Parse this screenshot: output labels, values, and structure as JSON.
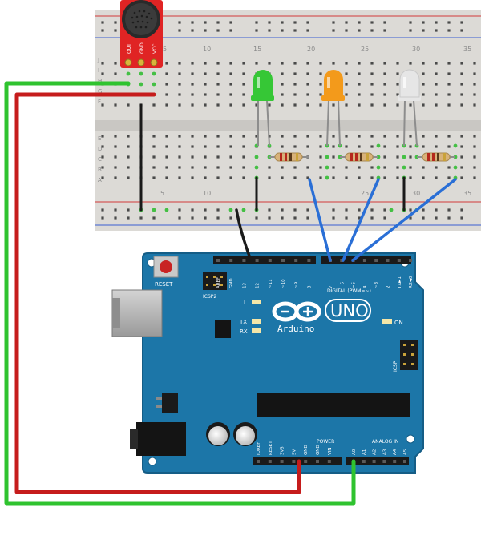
{
  "breadboard": {
    "column_numbers": [
      "5",
      "10",
      "15",
      "20",
      "25",
      "30",
      "35"
    ],
    "row_letters": [
      "J",
      "I",
      "H",
      "G",
      "F",
      "E",
      "D",
      "C",
      "B",
      "A"
    ]
  },
  "microphone": {
    "pin_labels": [
      "OUT",
      "GND",
      "VCC"
    ]
  },
  "leds": [
    {
      "color_name": "green",
      "color": "#36c736"
    },
    {
      "color_name": "orange",
      "color": "#f39a1b"
    },
    {
      "color_name": "white",
      "color": "#e6e6e6"
    }
  ],
  "arduino": {
    "logo_text": "Arduino",
    "model_text": "UNO",
    "reset_label": "RESET",
    "icsp2_label": "ICSP2",
    "icsp_label": "ICSP",
    "led_labels": {
      "l": "L",
      "tx": "TX",
      "rx": "RX",
      "on": "ON"
    },
    "digital_label": "DIGITAL (PWM=~)",
    "digital_pins": [
      "AREF",
      "GND",
      "13",
      "12",
      "~11",
      "~10",
      "~9",
      "8",
      "7",
      "~6",
      "~5",
      "4",
      "~3",
      "2",
      "TX►1",
      "RX◄0"
    ],
    "power_label": "POWER",
    "power_pins": [
      "IOREF",
      "RESET",
      "3V3",
      "5V",
      "GND",
      "GND",
      "VIN"
    ],
    "analog_label": "ANALOG IN",
    "analog_pins": [
      "A0",
      "A1",
      "A2",
      "A3",
      "A4",
      "A5"
    ]
  },
  "wire_colors": {
    "green": "#2fc32f",
    "red": "#c61c1c",
    "black": "#1a1a1a",
    "blue": "#2a6fd6"
  }
}
